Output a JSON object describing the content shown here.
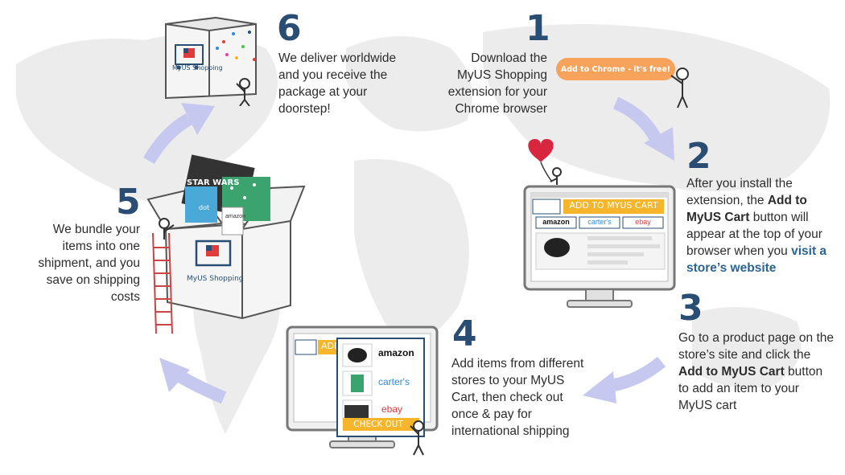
{
  "steps": [
    {
      "num": "1",
      "lines": [
        "Download the",
        "MyUS Shopping",
        "extension for your",
        "Chrome browser"
      ]
    },
    {
      "num": "2",
      "pre": "After you install the extension, the ",
      "bold": "Add to MyUS Cart",
      "mid": " button will appear at the top of your browser when you ",
      "link": "visit a store’s website"
    },
    {
      "num": "3",
      "pre": "Go to a product page on the store’s site and  click the ",
      "bold": "Add to MyUS Cart",
      "post": " button to add an item to your MyUS cart"
    },
    {
      "num": "4",
      "text": "Add items from different stores to your MyUS Cart, then check out once & pay for international shipping"
    },
    {
      "num": "5",
      "text": "We bundle your items into one shipment, and you save on shipping costs"
    },
    {
      "num": "6",
      "text": "We deliver worldwide and you receive the package at your doorstep!"
    }
  ],
  "chrome_button": "Add to Chrome - it's free!",
  "add_to_cart_banner": "ADD TO MYUS CART",
  "add_banner_partial": "ADD",
  "stores": [
    "amazon",
    "carter's",
    "ebay"
  ],
  "checkout_button": "CHECK OUT",
  "box_brand": "MyUS Shopping",
  "box_toys": [
    "STAR",
    "WARS",
    "dot",
    "amazon"
  ],
  "colors": {
    "navy": "#2a4e73",
    "arrow": "#c7c8f0",
    "orange": "#f7a35c",
    "yellow": "#f7b52c",
    "map": "#ececec"
  }
}
